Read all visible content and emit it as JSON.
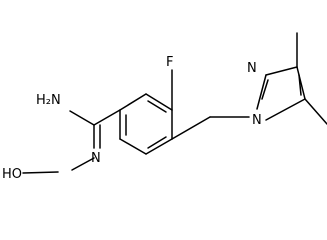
{
  "molecule": {
    "atoms": {
      "amidine_n": "H₂N",
      "fluorine": "F",
      "pyrazole_n2": "N",
      "pyrazole_n1": "N",
      "oxime_n": "N",
      "hydroxyl": "HO"
    }
  }
}
